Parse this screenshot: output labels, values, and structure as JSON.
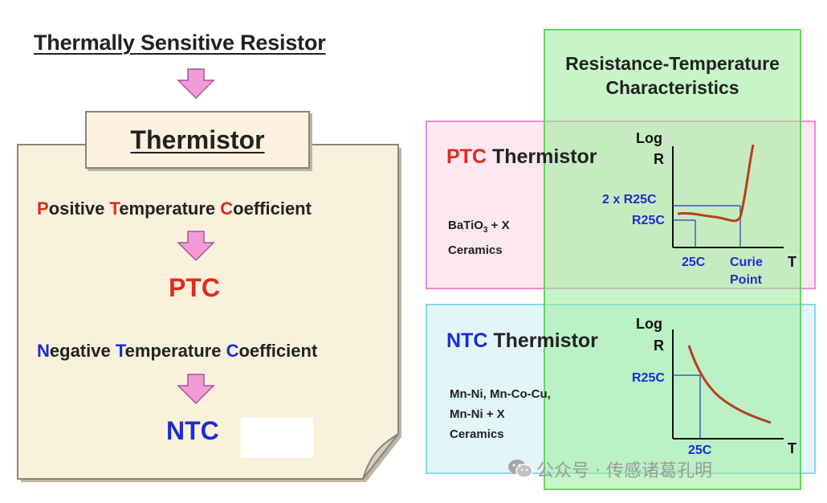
{
  "left": {
    "top_title": "Thermally Sensitive Resistor",
    "box_title": "Thermistor",
    "positive": {
      "p1": "P",
      "p1_rest": "ositive ",
      "p2": "T",
      "p2_rest": "emperature ",
      "p3": "C",
      "p3_rest": "oefficient"
    },
    "ptc_label": "PTC",
    "negative": {
      "n1": "N",
      "n1_rest": "egative ",
      "n2": "T",
      "n2_rest": "emperature ",
      "n3": "C",
      "n3_rest": "oefficient"
    },
    "ntc_label": "NTC"
  },
  "right": {
    "column_title_line1": "Resistance-Temperature",
    "column_title_line2": "Characteristics",
    "ptc": {
      "title_prefix": "PTC",
      "title_suffix": " Thermistor",
      "material_line1_a": "BaTiO",
      "material_line1_sub": "3",
      "material_line1_b": " + X",
      "material_line2": "Ceramics",
      "axis_y1": "Log",
      "axis_y2": "R",
      "axis_x": "T",
      "label_2x": "2 x R25C",
      "label_r25": "R25C",
      "label_25c": "25C",
      "label_curie1": "Curie",
      "label_curie2": "Point"
    },
    "ntc": {
      "title_prefix": "NTC",
      "title_suffix": " Thermistor",
      "material_line1": "Mn-Ni, Mn-Co-Cu,",
      "material_line2": "Mn-Ni + X",
      "material_line3": "Ceramics",
      "axis_y1": "Log",
      "axis_y2": "R",
      "axis_x": "T",
      "label_r25": "R25C",
      "label_25c": "25C"
    }
  },
  "watermark": "公众号 · 传感诸葛孔明",
  "colors": {
    "red": "#e2291b",
    "blue": "#1c2bd6",
    "arrow_pink": "#f39ad8",
    "curve_brown": "#b5401a",
    "note_bg": "#faf1dc",
    "green": "#63d463",
    "pink_border": "#f08ad6",
    "cyan_border": "#8ad6ea"
  }
}
